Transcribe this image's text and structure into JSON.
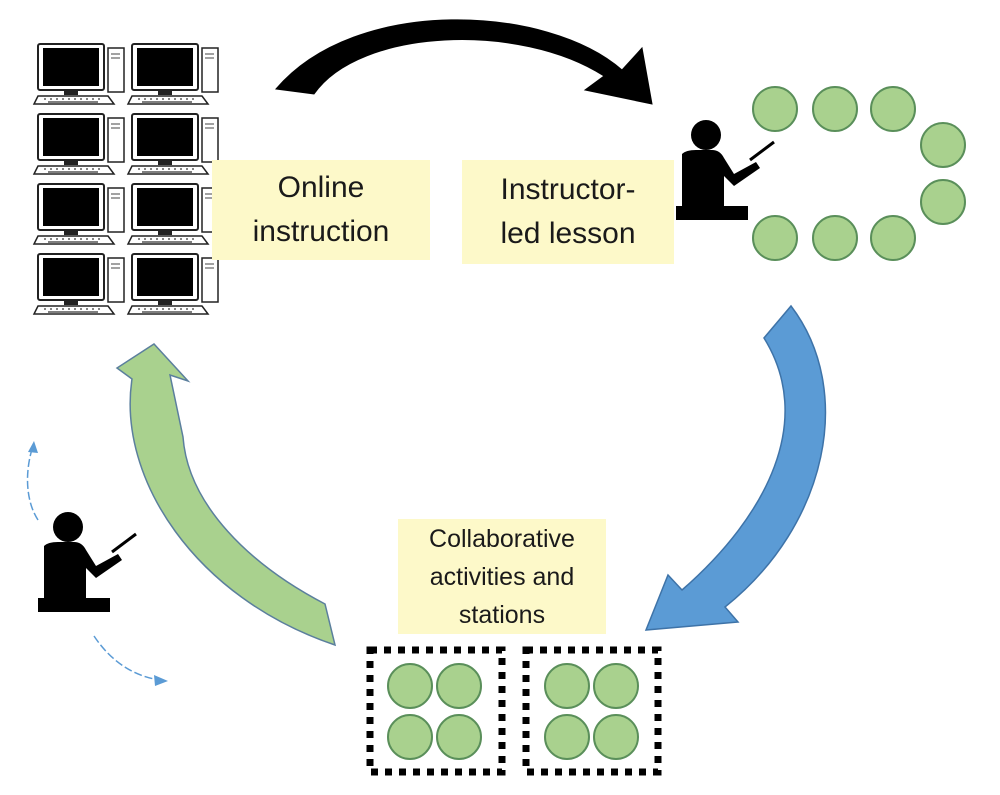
{
  "labels": {
    "online": "Online\ninstruction",
    "lesson": "Instructor-\nled lesson",
    "collab": "Collaborative\nactivities and\nstations"
  },
  "colors": {
    "label_bg": "#fdf9c9",
    "student_fill": "#a9d18e",
    "student_stroke": "#5a8f5a",
    "arrow_black": "#000000",
    "arrow_blue": "#5b9bd5",
    "arrow_green": "#a9d18e",
    "dashed_arrow": "#5b9bd5"
  },
  "icons": {
    "computer": "computer-workstation-icon",
    "instructor": "instructor-with-pointer-icon",
    "student": "student-circle-icon"
  },
  "counts": {
    "computers": 8,
    "students_oval": 8,
    "station_groups": 2,
    "students_per_station": 4
  }
}
